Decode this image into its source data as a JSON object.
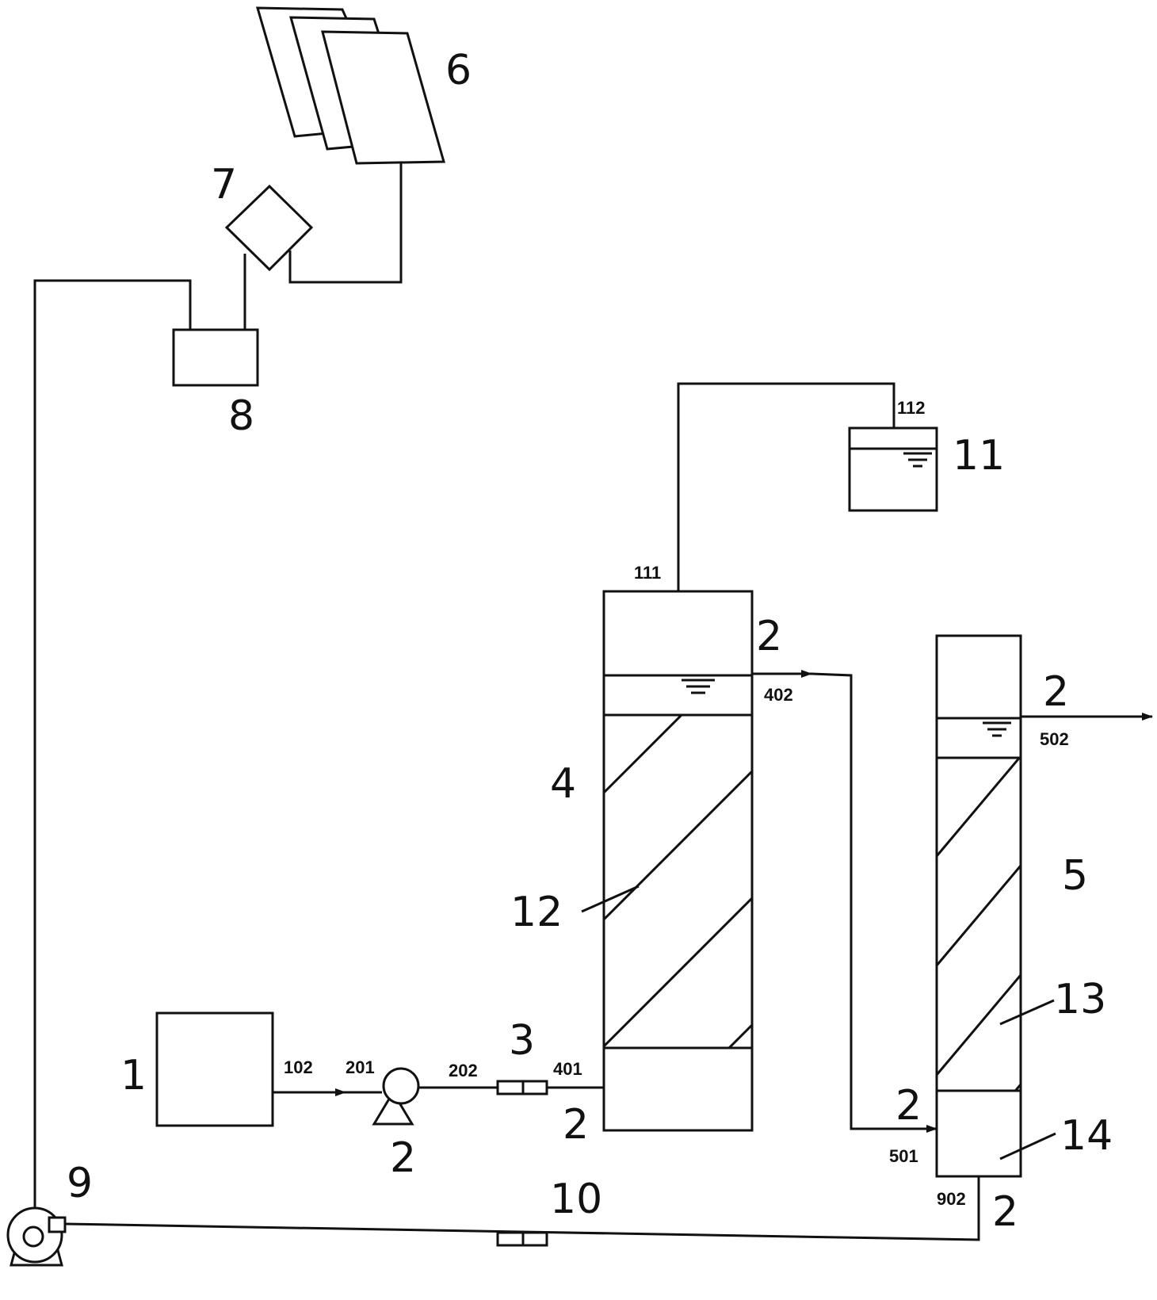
{
  "labels": {
    "c1": "1",
    "c3": "3",
    "c4": "4",
    "c5": "5",
    "c6": "6",
    "c7": "7",
    "c8": "8",
    "c9": "9",
    "c10": "10",
    "c11": "11",
    "c12": "12",
    "c13": "13",
    "c14": "14",
    "valve_pump": "2",
    "valve_col4_bottom": "2",
    "valve_col4_top": "2",
    "valve_col5_top": "2",
    "valve_col5_bottom": "2",
    "valve_902": "2"
  },
  "ports": {
    "p102": "102",
    "p201": "201",
    "p202": "202",
    "p401": "401",
    "p402": "402",
    "p501": "501",
    "p502": "502",
    "p902": "902",
    "p111": "111",
    "p112": "112"
  },
  "colors": {
    "line": "#111111",
    "background": "#ffffff"
  }
}
